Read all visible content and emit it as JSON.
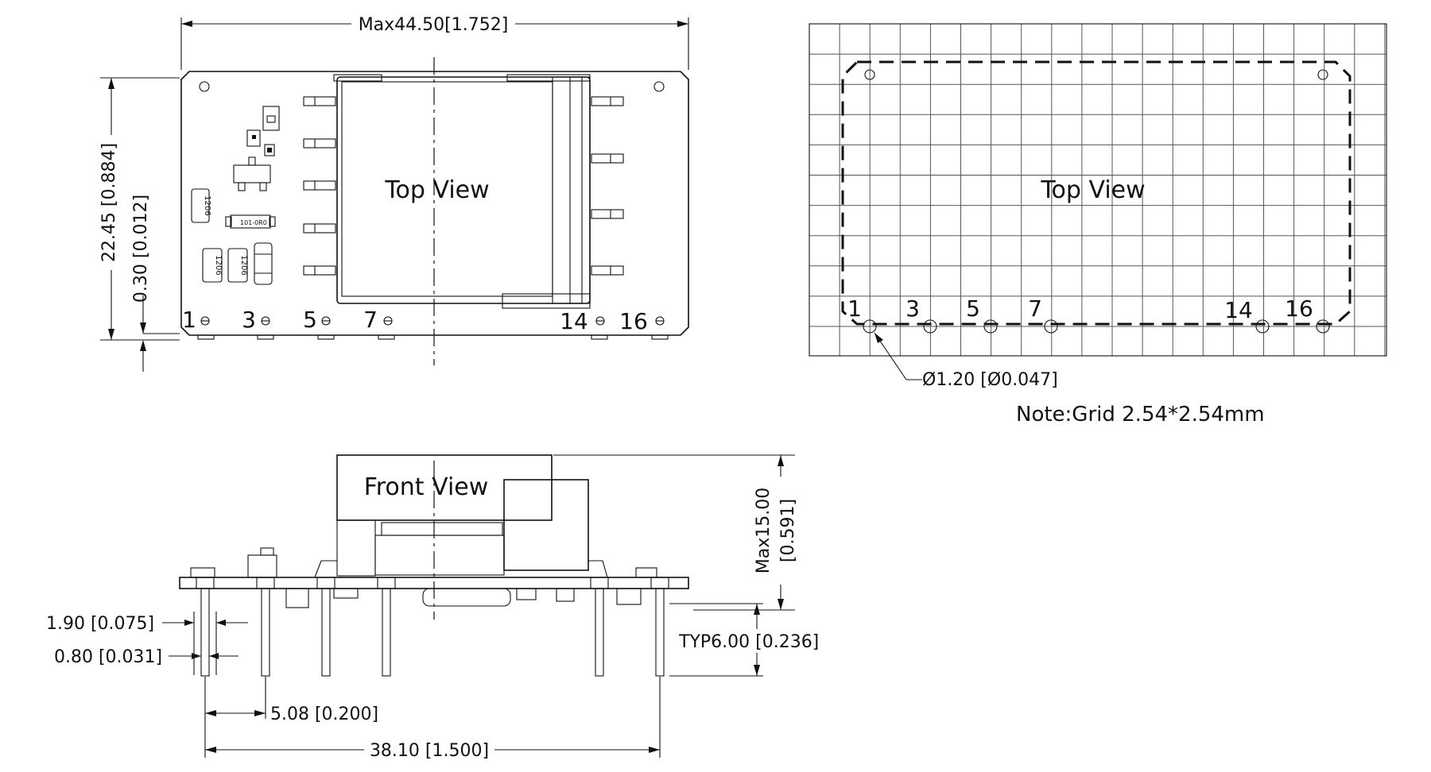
{
  "top_view": {
    "title": "Top View",
    "width_dim": "Max44.50[1.752]",
    "height_dim": "22.45 [0.884]",
    "standoff_dim": "0.30 [0.012]",
    "pins": [
      "1",
      "3",
      "5",
      "7",
      "14",
      "16"
    ],
    "chip_labels": [
      "1206",
      "1206",
      "1206"
    ]
  },
  "footprint": {
    "title": "Top View",
    "pins": [
      "1",
      "3",
      "5",
      "7",
      "14",
      "16"
    ],
    "hole_dim": "Ø1.20 [Ø0.047]",
    "note": "Note:Grid 2.54*2.54mm"
  },
  "front_view": {
    "title": "Front View",
    "height_dim_line1": "Max15.00",
    "height_dim_line2": "[0.591]",
    "pin_length_dim": "TYP6.00 [0.236]",
    "pin_width_outer_dim": "1.90 [0.075]",
    "pin_width_inner_dim": "0.80 [0.031]",
    "pitch_dim": "5.08 [0.200]",
    "span_dim": "38.10 [1.500]"
  }
}
